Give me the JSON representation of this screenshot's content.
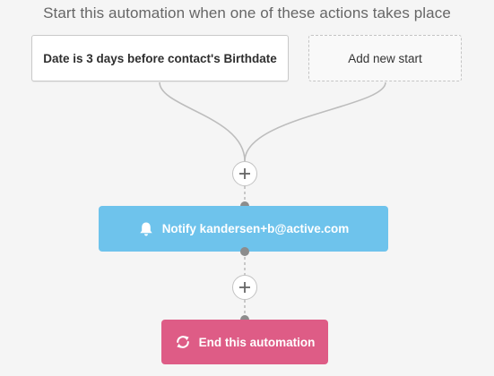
{
  "heading": "Start this automation when one of these actions takes place",
  "starts": {
    "trigger_label": "Date is 3 days before contact's Birthdate",
    "add_label": "Add new start"
  },
  "actions": {
    "notify": {
      "label": "Notify kandersen+b@active.com",
      "icon": "bell-icon",
      "color": "#6ec3ec"
    },
    "end": {
      "label": "End this automation",
      "icon": "refresh-icon",
      "color": "#de5c86"
    }
  },
  "colors": {
    "connector": "#bdbdbd",
    "dot": "#8c8c8c",
    "background": "#f5f5f5"
  }
}
